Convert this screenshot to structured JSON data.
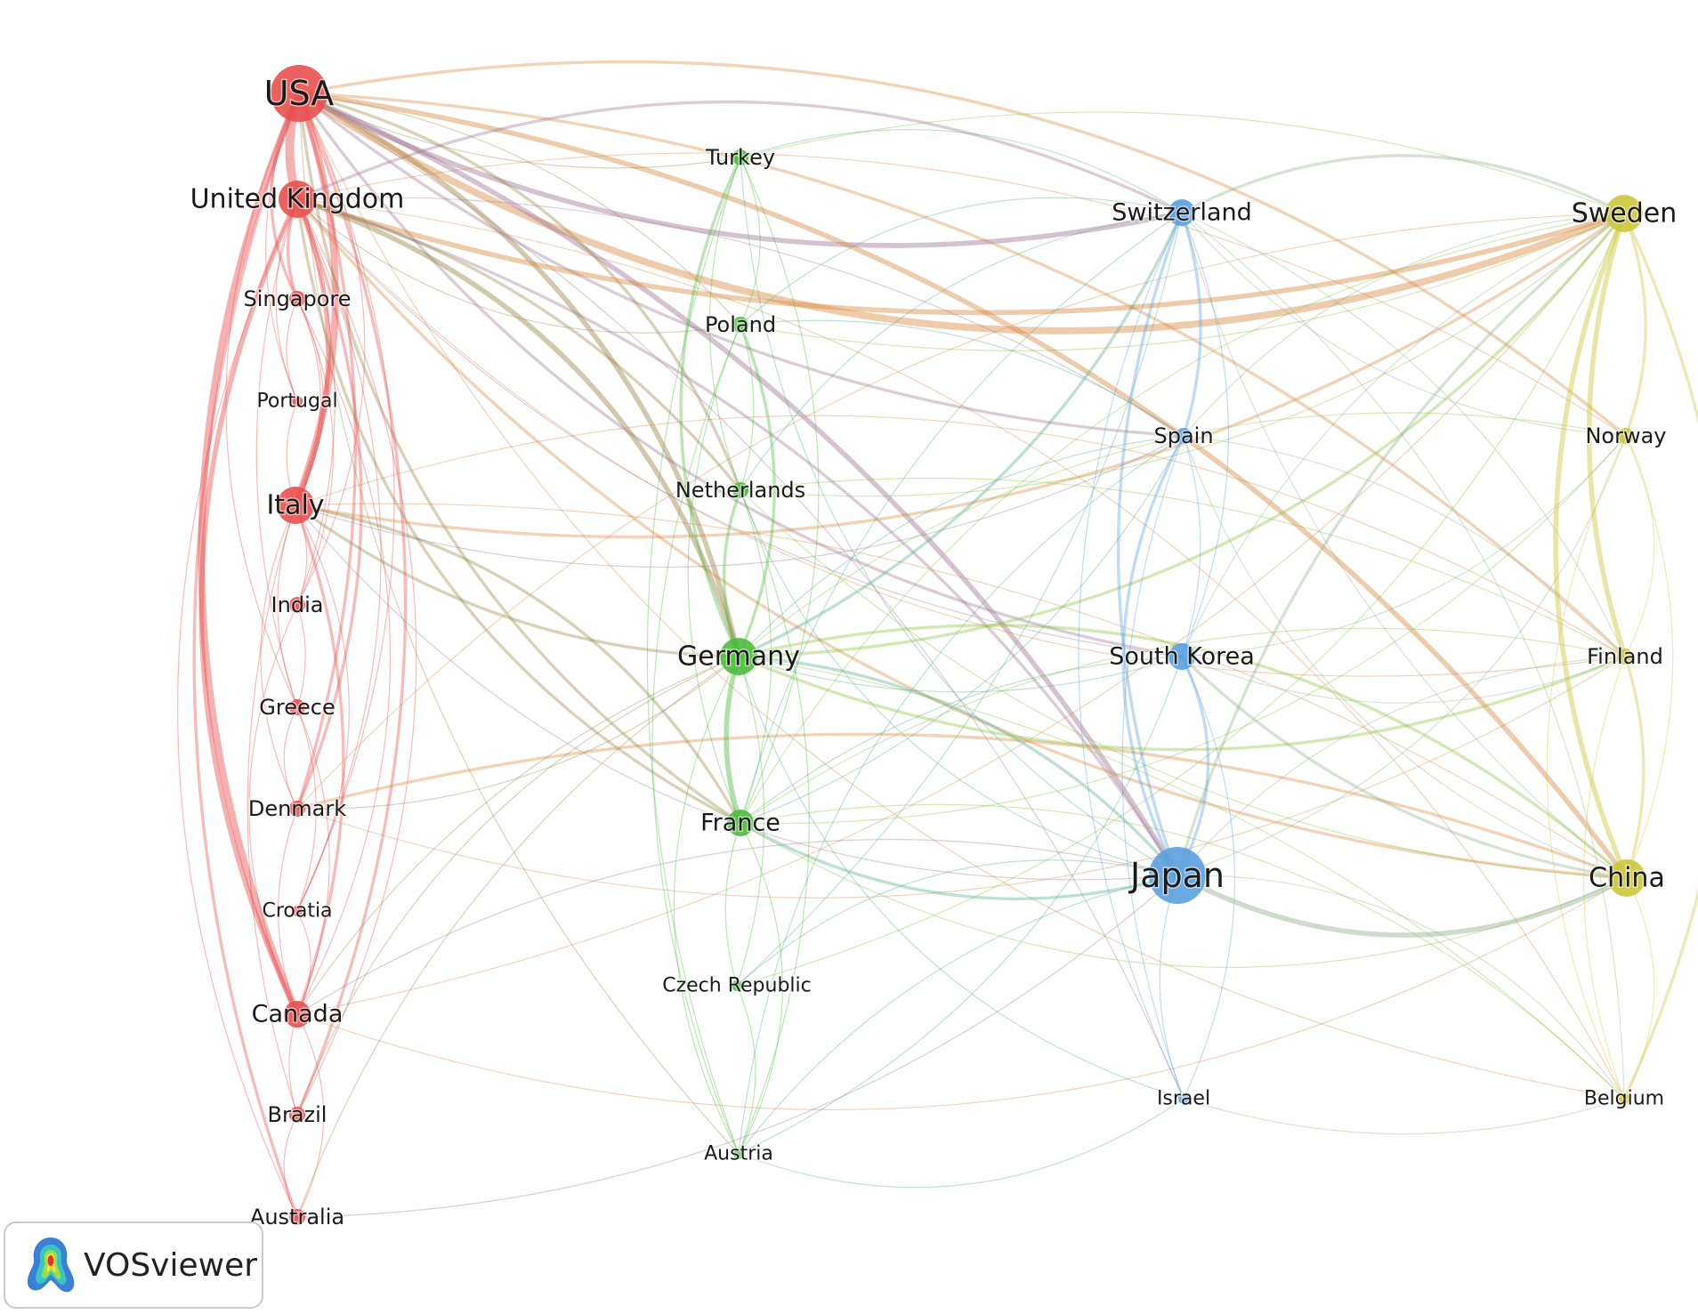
{
  "colors": {
    "red": "#e8504f",
    "green": "#4dbb3c",
    "blue": "#5aa0de",
    "yellow": "#cbc83a"
  },
  "nodes": [
    {
      "id": "USA",
      "label": "USA",
      "cluster": "red",
      "weight": 5
    },
    {
      "id": "UK",
      "label": "United Kingdom",
      "cluster": "red",
      "weight": 4
    },
    {
      "id": "Singapore",
      "label": "Singapore",
      "cluster": "red",
      "weight": 2
    },
    {
      "id": "Portugal",
      "label": "Portugal",
      "cluster": "red",
      "weight": 1
    },
    {
      "id": "Italy",
      "label": "Italy",
      "cluster": "red",
      "weight": 4
    },
    {
      "id": "India",
      "label": "India",
      "cluster": "red",
      "weight": 2
    },
    {
      "id": "Greece",
      "label": "Greece",
      "cluster": "red",
      "weight": 2
    },
    {
      "id": "Denmark",
      "label": "Denmark",
      "cluster": "red",
      "weight": 2
    },
    {
      "id": "Croatia",
      "label": "Croatia",
      "cluster": "red",
      "weight": 1
    },
    {
      "id": "Canada",
      "label": "Canada",
      "cluster": "red",
      "weight": 3
    },
    {
      "id": "Brazil",
      "label": "Brazil",
      "cluster": "red",
      "weight": 2
    },
    {
      "id": "Australia",
      "label": "Australia",
      "cluster": "red",
      "weight": 2
    },
    {
      "id": "Turkey",
      "label": "Turkey",
      "cluster": "green",
      "weight": 2
    },
    {
      "id": "Poland",
      "label": "Poland",
      "cluster": "green",
      "weight": 2
    },
    {
      "id": "Netherlands",
      "label": "Netherlands",
      "cluster": "green",
      "weight": 2
    },
    {
      "id": "Germany",
      "label": "Germany",
      "cluster": "green",
      "weight": 4
    },
    {
      "id": "France",
      "label": "France",
      "cluster": "green",
      "weight": 3
    },
    {
      "id": "CzechRepublic",
      "label": "Czech Republic",
      "cluster": "green",
      "weight": 1
    },
    {
      "id": "Austria",
      "label": "Austria",
      "cluster": "green",
      "weight": 1
    },
    {
      "id": "Switzerland",
      "label": "Switzerland",
      "cluster": "blue",
      "weight": 3
    },
    {
      "id": "Spain",
      "label": "Spain",
      "cluster": "blue",
      "weight": 2
    },
    {
      "id": "SouthKorea",
      "label": "South Korea",
      "cluster": "blue",
      "weight": 3
    },
    {
      "id": "Japan",
      "label": "Japan",
      "cluster": "blue",
      "weight": 5
    },
    {
      "id": "Israel",
      "label": "Israel",
      "cluster": "blue",
      "weight": 1
    },
    {
      "id": "Sweden",
      "label": "Sweden",
      "cluster": "yellow",
      "weight": 4
    },
    {
      "id": "Norway",
      "label": "Norway",
      "cluster": "yellow",
      "weight": 2
    },
    {
      "id": "Finland",
      "label": "Finland",
      "cluster": "yellow",
      "weight": 2
    },
    {
      "id": "China",
      "label": "China",
      "cluster": "yellow",
      "weight": 4
    },
    {
      "id": "Belgium",
      "label": "Belgium",
      "cluster": "yellow",
      "weight": 1
    }
  ],
  "links": [
    [
      "USA",
      "UK",
      5
    ],
    [
      "USA",
      "Italy",
      4
    ],
    [
      "USA",
      "Canada",
      4
    ],
    [
      "USA",
      "Germany",
      3
    ],
    [
      "USA",
      "Sweden",
      4
    ],
    [
      "USA",
      "Japan",
      3
    ],
    [
      "USA",
      "Switzerland",
      3
    ],
    [
      "USA",
      "China",
      3
    ],
    [
      "USA",
      "France",
      2
    ],
    [
      "USA",
      "Netherlands",
      2
    ],
    [
      "USA",
      "Spain",
      2
    ],
    [
      "USA",
      "Finland",
      2
    ],
    [
      "USA",
      "SouthKorea",
      2
    ],
    [
      "USA",
      "Norway",
      2
    ],
    [
      "USA",
      "Singapore",
      2
    ],
    [
      "USA",
      "Denmark",
      2
    ],
    [
      "USA",
      "Australia",
      2
    ],
    [
      "USA",
      "Brazil",
      2
    ],
    [
      "USA",
      "Greece",
      1
    ],
    [
      "USA",
      "India",
      1
    ],
    [
      "USA",
      "Turkey",
      1
    ],
    [
      "USA",
      "Poland",
      1
    ],
    [
      "USA",
      "Portugal",
      1
    ],
    [
      "USA",
      "Croatia",
      1
    ],
    [
      "USA",
      "Belgium",
      1
    ],
    [
      "USA",
      "Israel",
      1
    ],
    [
      "USA",
      "Austria",
      1
    ],
    [
      "UK",
      "Italy",
      3
    ],
    [
      "UK",
      "Canada",
      3
    ],
    [
      "UK",
      "Germany",
      3
    ],
    [
      "UK",
      "Sweden",
      3
    ],
    [
      "UK",
      "Japan",
      2
    ],
    [
      "UK",
      "China",
      2
    ],
    [
      "UK",
      "Switzerland",
      2
    ],
    [
      "UK",
      "France",
      2
    ],
    [
      "UK",
      "Netherlands",
      2
    ],
    [
      "UK",
      "Singapore",
      2
    ],
    [
      "UK",
      "Denmark",
      2
    ],
    [
      "UK",
      "Australia",
      1
    ],
    [
      "UK",
      "Brazil",
      1
    ],
    [
      "UK",
      "Greece",
      1
    ],
    [
      "UK",
      "India",
      1
    ],
    [
      "UK",
      "Portugal",
      1
    ],
    [
      "UK",
      "Croatia",
      1
    ],
    [
      "UK",
      "Finland",
      1
    ],
    [
      "UK",
      "Spain",
      1
    ],
    [
      "UK",
      "SouthKorea",
      1
    ],
    [
      "UK",
      "Norway",
      1
    ],
    [
      "UK",
      "Poland",
      1
    ],
    [
      "UK",
      "Belgium",
      1
    ],
    [
      "Italy",
      "Germany",
      2
    ],
    [
      "Italy",
      "Canada",
      2
    ],
    [
      "Italy",
      "Sweden",
      2
    ],
    [
      "Italy",
      "France",
      2
    ],
    [
      "Italy",
      "Japan",
      1
    ],
    [
      "Italy",
      "China",
      1
    ],
    [
      "Italy",
      "Greece",
      1
    ],
    [
      "Italy",
      "India",
      1
    ],
    [
      "Italy",
      "Denmark",
      1
    ],
    [
      "Italy",
      "Croatia",
      1
    ],
    [
      "Italy",
      "Brazil",
      1
    ],
    [
      "Italy",
      "Portugal",
      1
    ],
    [
      "Italy",
      "Spain",
      1
    ],
    [
      "Italy",
      "Finland",
      1
    ],
    [
      "Italy",
      "Singapore",
      1
    ],
    [
      "Canada",
      "Germany",
      1
    ],
    [
      "Canada",
      "Sweden",
      1
    ],
    [
      "Canada",
      "Japan",
      1
    ],
    [
      "Canada",
      "China",
      1
    ],
    [
      "Canada",
      "Australia",
      1
    ],
    [
      "Canada",
      "Brazil",
      1
    ],
    [
      "Canada",
      "Denmark",
      1
    ],
    [
      "Canada",
      "Greece",
      1
    ],
    [
      "Canada",
      "India",
      1
    ],
    [
      "Canada",
      "Singapore",
      1
    ],
    [
      "Denmark",
      "China",
      2
    ],
    [
      "Denmark",
      "Germany",
      1
    ],
    [
      "Denmark",
      "Sweden",
      1
    ],
    [
      "Denmark",
      "Finland",
      1
    ],
    [
      "Denmark",
      "Greece",
      1
    ],
    [
      "Greece",
      "India",
      1
    ],
    [
      "Greece",
      "Croatia",
      1
    ],
    [
      "Singapore",
      "Portugal",
      1
    ],
    [
      "Singapore",
      "Italy",
      1
    ],
    [
      "Brazil",
      "Australia",
      1
    ],
    [
      "Australia",
      "Germany",
      1
    ],
    [
      "Australia",
      "Japan",
      1
    ],
    [
      "Brazil",
      "Germany",
      1
    ],
    [
      "India",
      "Singapore",
      1
    ],
    [
      "Croatia",
      "Canada",
      1
    ],
    [
      "Germany",
      "France",
      3
    ],
    [
      "Germany",
      "Netherlands",
      2
    ],
    [
      "Germany",
      "Poland",
      2
    ],
    [
      "Germany",
      "Turkey",
      2
    ],
    [
      "Germany",
      "Austria",
      1
    ],
    [
      "Germany",
      "CzechRepublic",
      1
    ],
    [
      "Germany",
      "Switzerland",
      2
    ],
    [
      "Germany",
      "Japan",
      2
    ],
    [
      "Germany",
      "Sweden",
      2
    ],
    [
      "Germany",
      "China",
      2
    ],
    [
      "Germany",
      "SouthKorea",
      1
    ],
    [
      "Germany",
      "Spain",
      1
    ],
    [
      "Germany",
      "Finland",
      2
    ],
    [
      "Germany",
      "Norway",
      1
    ],
    [
      "Germany",
      "Israel",
      1
    ],
    [
      "Germany",
      "Belgium",
      1
    ],
    [
      "France",
      "Netherlands",
      1
    ],
    [
      "France",
      "Poland",
      1
    ],
    [
      "France",
      "Turkey",
      1
    ],
    [
      "France",
      "Austria",
      1
    ],
    [
      "France",
      "CzechRepublic",
      1
    ],
    [
      "France",
      "Switzerland",
      1
    ],
    [
      "France",
      "Japan",
      2
    ],
    [
      "France",
      "Sweden",
      1
    ],
    [
      "France",
      "China",
      1
    ],
    [
      "France",
      "SouthKorea",
      1
    ],
    [
      "France",
      "Spain",
      1
    ],
    [
      "France",
      "Finland",
      1
    ],
    [
      "France",
      "Norway",
      1
    ],
    [
      "France",
      "Belgium",
      1
    ],
    [
      "Netherlands",
      "Poland",
      1
    ],
    [
      "Netherlands",
      "Turkey",
      1
    ],
    [
      "Netherlands",
      "Sweden",
      1
    ],
    [
      "Netherlands",
      "Switzerland",
      1
    ],
    [
      "Netherlands",
      "Japan",
      1
    ],
    [
      "Netherlands",
      "Finland",
      1
    ],
    [
      "Netherlands",
      "China",
      1
    ],
    [
      "Netherlands",
      "Austria",
      1
    ],
    [
      "Poland",
      "Turkey",
      1
    ],
    [
      "Poland",
      "Switzerland",
      1
    ],
    [
      "Poland",
      "Sweden",
      1
    ],
    [
      "Poland",
      "Spain",
      1
    ],
    [
      "Poland",
      "Austria",
      1
    ],
    [
      "Turkey",
      "Switzerland",
      1
    ],
    [
      "Turkey",
      "Japan",
      1
    ],
    [
      "Turkey",
      "Sweden",
      1
    ],
    [
      "Turkey",
      "Austria",
      1
    ],
    [
      "CzechRepublic",
      "Austria",
      1
    ],
    [
      "CzechRepublic",
      "Sweden",
      1
    ],
    [
      "CzechRepublic",
      "Japan",
      1
    ],
    [
      "CzechRepublic",
      "Switzerland",
      1
    ],
    [
      "Austria",
      "Japan",
      1
    ],
    [
      "Austria",
      "SouthKorea",
      1
    ],
    [
      "Austria",
      "Spain",
      1
    ],
    [
      "Austria",
      "Israel",
      1
    ],
    [
      "Switzerland",
      "Spain",
      2
    ],
    [
      "Switzerland",
      "Japan",
      2
    ],
    [
      "Switzerland",
      "SouthKorea",
      1
    ],
    [
      "Switzerland",
      "Israel",
      1
    ],
    [
      "Switzerland",
      "Sweden",
      2
    ],
    [
      "Switzerland",
      "China",
      1
    ],
    [
      "Switzerland",
      "Finland",
      1
    ],
    [
      "Switzerland",
      "Norway",
      1
    ],
    [
      "Switzerland",
      "Belgium",
      1
    ],
    [
      "Spain",
      "Japan",
      2
    ],
    [
      "Spain",
      "SouthKorea",
      1
    ],
    [
      "Spain",
      "Israel",
      1
    ],
    [
      "Spain",
      "Sweden",
      1
    ],
    [
      "Spain",
      "China",
      1
    ],
    [
      "SouthKorea",
      "Japan",
      2
    ],
    [
      "SouthKorea",
      "China",
      2
    ],
    [
      "SouthKorea",
      "Sweden",
      1
    ],
    [
      "SouthKorea",
      "Finland",
      1
    ],
    [
      "SouthKorea",
      "Israel",
      1
    ],
    [
      "Japan",
      "China",
      3
    ],
    [
      "Japan",
      "Sweden",
      2
    ],
    [
      "Japan",
      "Israel",
      1
    ],
    [
      "Japan",
      "Finland",
      1
    ],
    [
      "Japan",
      "Norway",
      1
    ],
    [
      "Japan",
      "Belgium",
      1
    ],
    [
      "Sweden",
      "Finland",
      3
    ],
    [
      "Sweden",
      "Norway",
      2
    ],
    [
      "Sweden",
      "China",
      3
    ],
    [
      "Sweden",
      "Belgium",
      2
    ],
    [
      "Finland",
      "Norway",
      1
    ],
    [
      "Finland",
      "China",
      2
    ],
    [
      "Finland",
      "Belgium",
      1
    ],
    [
      "Norway",
      "China",
      1
    ],
    [
      "Norway",
      "Belgium",
      1
    ],
    [
      "China",
      "Belgium",
      1
    ],
    [
      "Israel",
      "Belgium",
      1
    ],
    [
      "Spain",
      "Finland",
      1
    ],
    [
      "SouthKorea",
      "Norway",
      1
    ]
  ],
  "badge": {
    "label": "VOSviewer"
  }
}
